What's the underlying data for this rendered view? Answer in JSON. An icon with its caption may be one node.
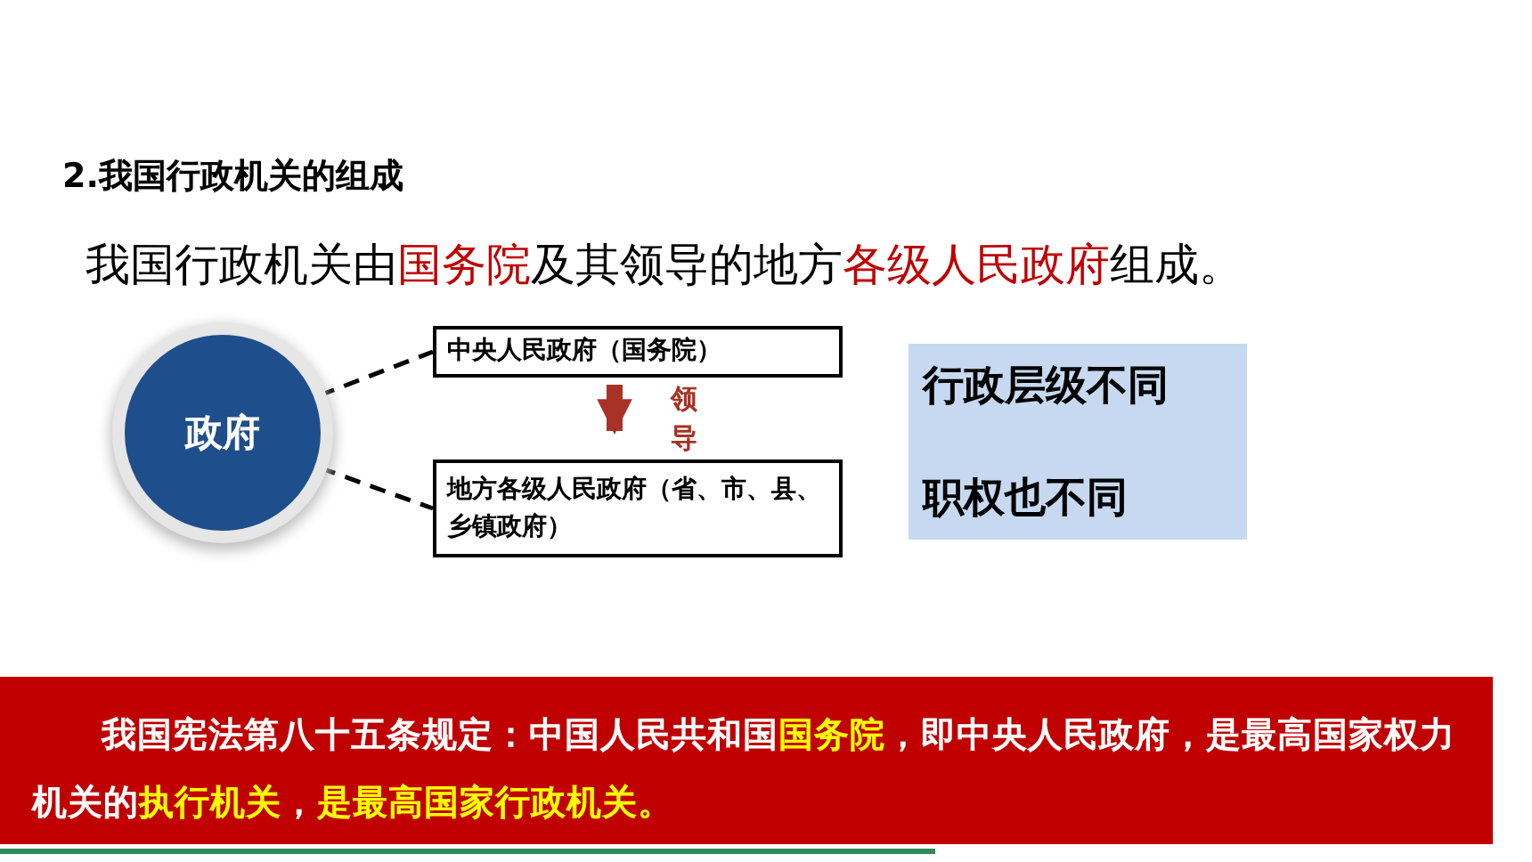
{
  "diagram": {
    "title": "2.我国行政机关的组成",
    "nodes": [
      {
        "text": [
          "政府"
        ]
      },
      {
        "text": [
          "中央人民政府（国务院）"
        ]
      },
      {
        "text": [
          "地方各级人民政府（省、市、县、乡镇政府）"
        ]
      },
      {
        "text": [
          "行政层级不同",
          "职权也不同"
        ]
      },
      {
        "text": [
          "我国宪法第八十五条规定：中国人民共和国**国务院**，即中央人民政府，是最高国家权力机关的**执行机关**，**是最高国家行政机关。**"
        ]
      }
    ],
    "edges": [
      {
        "from": 0,
        "to": 1,
        "arrow": "none",
        "style": "dashed"
      },
      {
        "from": 0,
        "to": 2,
        "arrow": "none",
        "style": "dashed"
      },
      {
        "from": 1,
        "to": 2,
        "arrow": "to",
        "label": "领导",
        "style": "thick",
        "color": "#a93226"
      }
    ],
    "labels": [
      "我国行政机关由**国务院**及其领导的地方**各级人民政府**组成。"
    ]
  }
}
